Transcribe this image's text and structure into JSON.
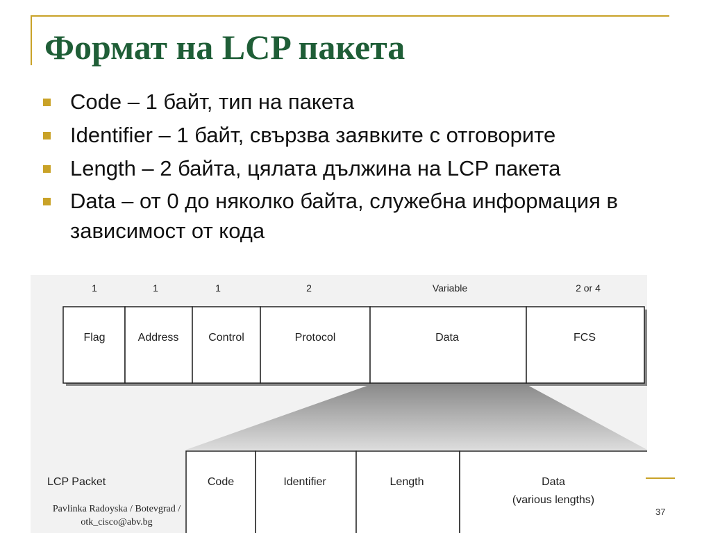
{
  "slide": {
    "title": "Формат на LCP пакета",
    "bullets": [
      "Code – 1 байт, тип на пакета",
      "Identifier – 1 байт, свързва заявките с отговорите",
      "Length – 2 байта, цялата дължина на LCP пакета",
      "Data – от 0 до няколко байта, служебна информация в зависимост от кода"
    ]
  },
  "diagram": {
    "frame_sizes": [
      "1",
      "1",
      "1",
      "2",
      "Variable",
      "2 or 4"
    ],
    "frame_fields": [
      "Flag",
      "Address",
      "Control",
      "Protocol",
      "Data",
      "FCS"
    ],
    "lcp_label": "LCP Packet",
    "lcp_fields": [
      "Code",
      "Identifier",
      "Length",
      "Data"
    ],
    "lcp_data_note": "(various lengths)"
  },
  "footer": {
    "author": "Pavlinka Radoyska / Botevgrad /",
    "email": "otk_cisco@abv.bg",
    "page": "37"
  },
  "colors": {
    "title": "#1f5e37",
    "accent": "#c9a227"
  }
}
